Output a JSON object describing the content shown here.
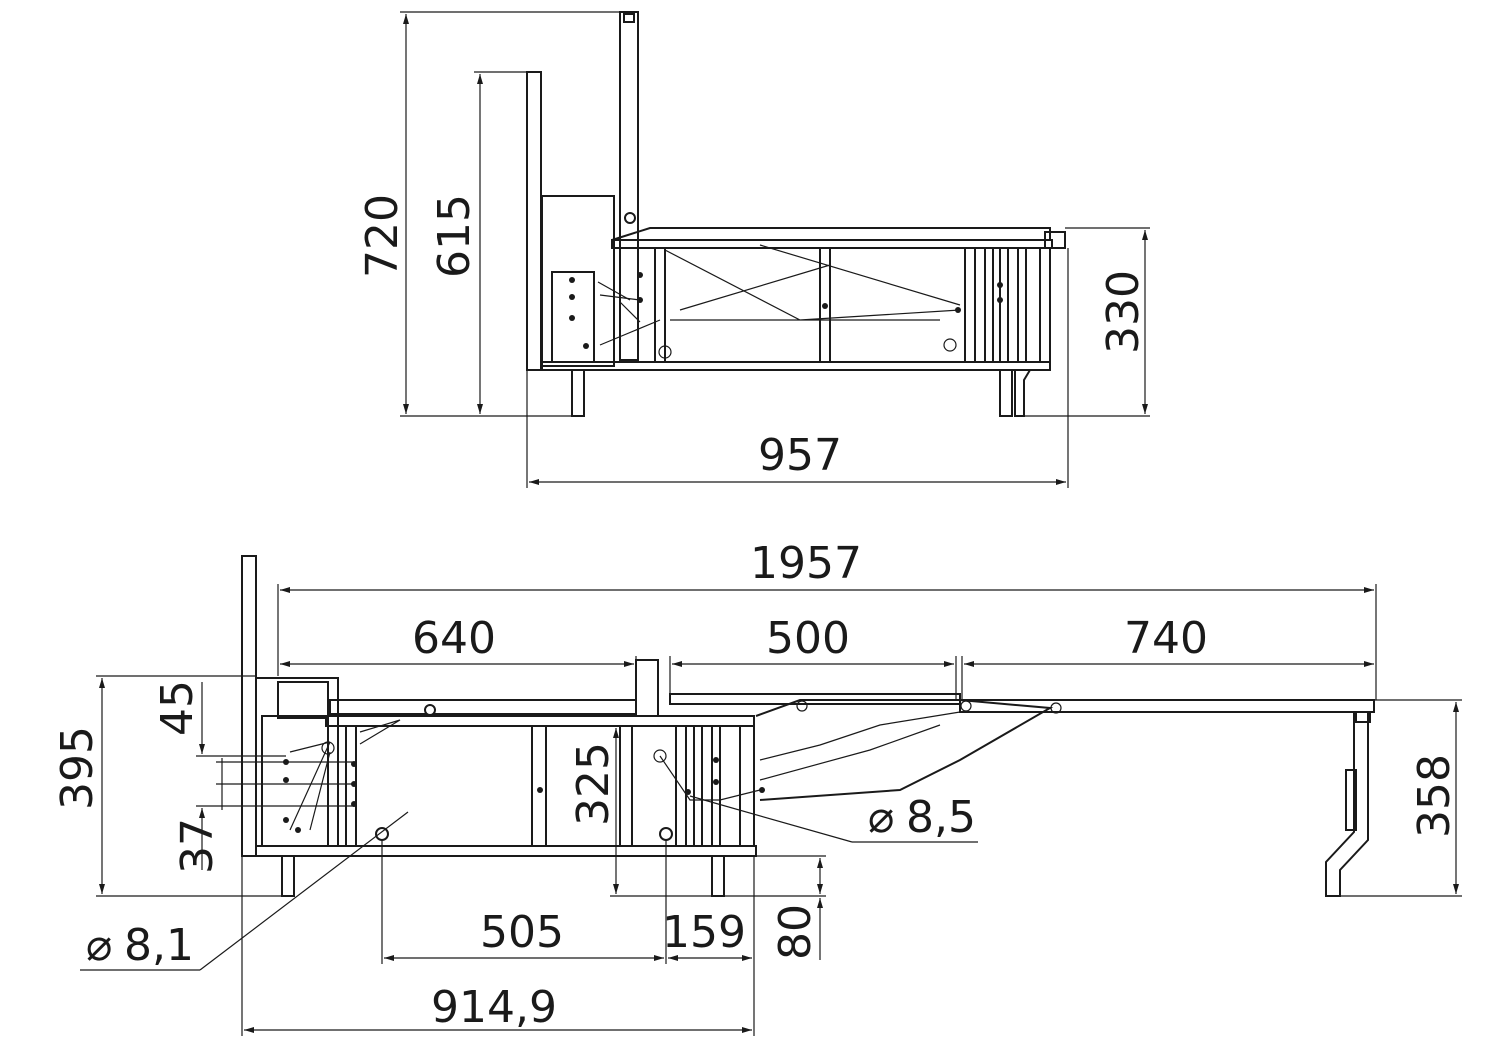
{
  "dimensions": {
    "top_view": {
      "overall_height": "720",
      "back_height": "615",
      "seat_height": "330",
      "depth": "957"
    },
    "bottom_view": {
      "unfolded_length": "1957",
      "section_left": "640",
      "section_middle": "500",
      "section_right": "740",
      "frame_height": "395",
      "offset_top": "45",
      "offset_bottom": "37",
      "inner_height": "325",
      "berth_height": "358",
      "leg_spacing": "505",
      "leg_offset": "159",
      "leg_height": "80",
      "overall_frame_length": "914,9",
      "hole_dia_a": "8,5",
      "hole_dia_b": "8,1"
    }
  },
  "symbols": {
    "diameter": "⌀"
  }
}
